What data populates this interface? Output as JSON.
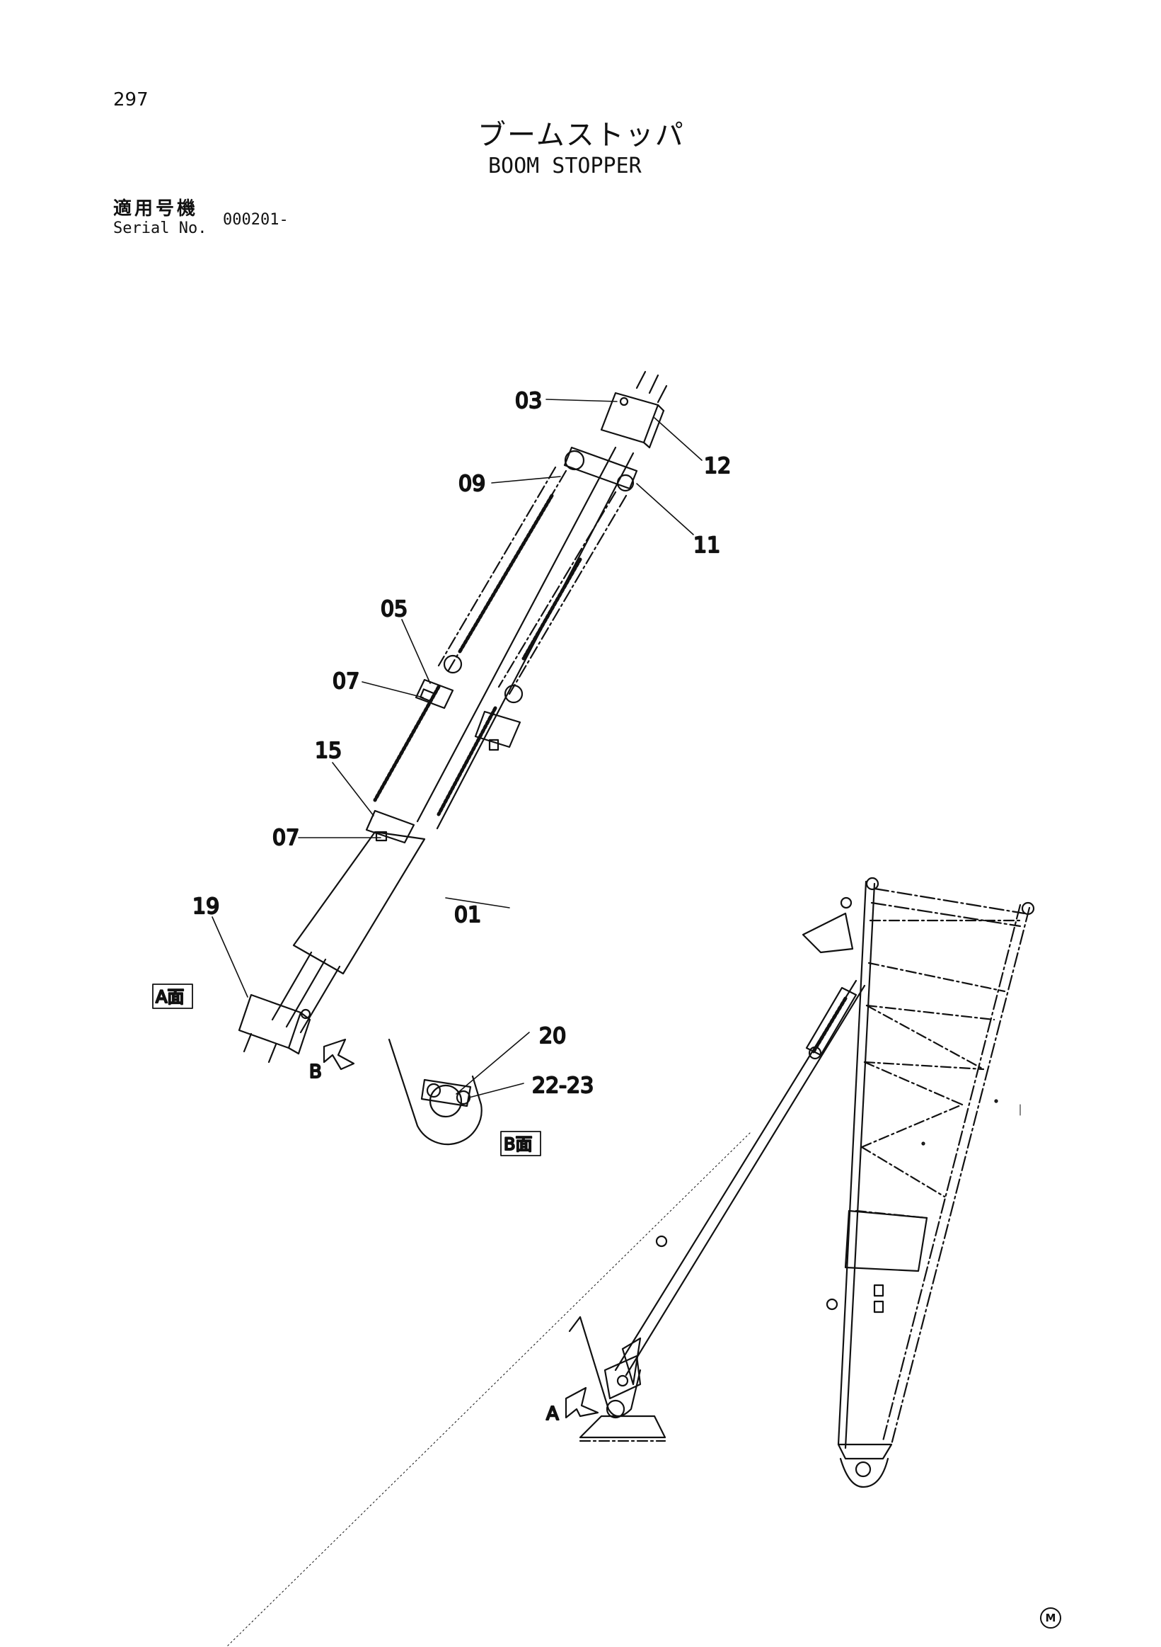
{
  "header": {
    "page_number": "297",
    "title_jp": "ブームストッパ",
    "title_en": "BOOM STOPPER",
    "serial_label_jp": "適用号機",
    "serial_label_en": "Serial No.",
    "serial_value": "000201-"
  },
  "callouts": {
    "p03": "03",
    "p12": "12",
    "p09": "09",
    "p11": "11",
    "p05": "05",
    "p07a": "07",
    "p15": "15",
    "p07b": "07",
    "p19": "19",
    "p01": "01",
    "p20": "20",
    "p22_23": "22-23"
  },
  "views": {
    "view_a": "A面",
    "view_b": "B面",
    "arrow_a": "A",
    "arrow_b": "B"
  },
  "footer": {
    "mark": "M"
  }
}
